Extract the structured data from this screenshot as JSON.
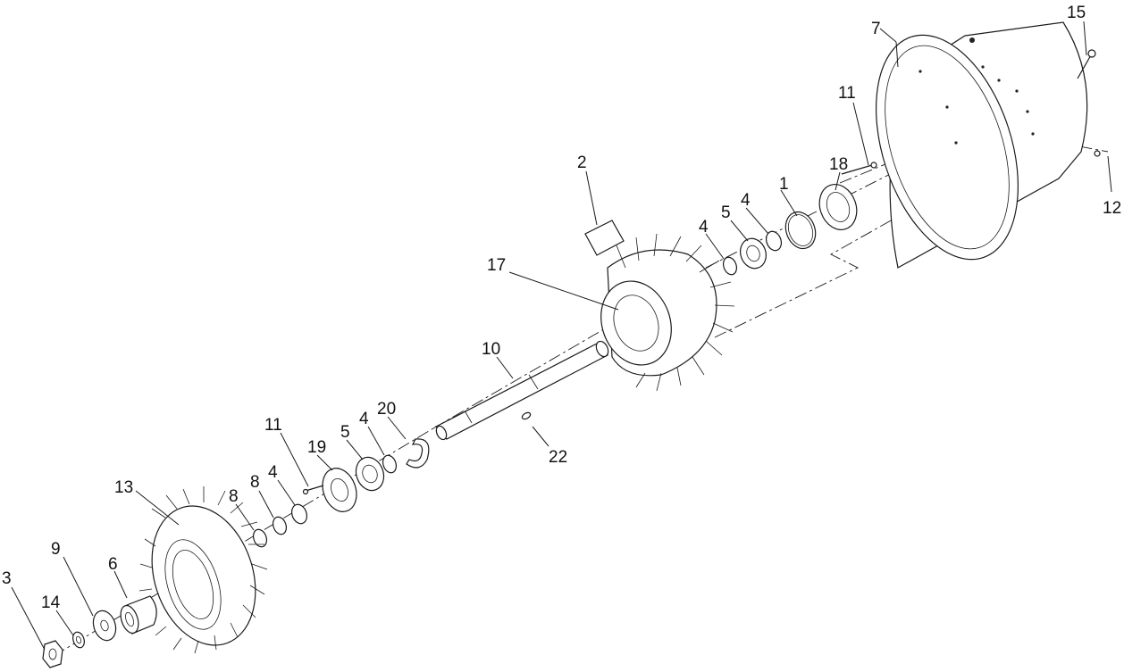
{
  "callouts": [
    {
      "id": "c1",
      "text": "1"
    },
    {
      "id": "c2",
      "text": "2"
    },
    {
      "id": "c3",
      "text": "3"
    },
    {
      "id": "c4a",
      "text": "4"
    },
    {
      "id": "c4b",
      "text": "4"
    },
    {
      "id": "c4c",
      "text": "4"
    },
    {
      "id": "c4d",
      "text": "4"
    },
    {
      "id": "c5a",
      "text": "5"
    },
    {
      "id": "c5b",
      "text": "5"
    },
    {
      "id": "c6",
      "text": "6"
    },
    {
      "id": "c7",
      "text": "7"
    },
    {
      "id": "c8a",
      "text": "8"
    },
    {
      "id": "c8b",
      "text": "8"
    },
    {
      "id": "c9",
      "text": "9"
    },
    {
      "id": "c10",
      "text": "10"
    },
    {
      "id": "c11a",
      "text": "11"
    },
    {
      "id": "c11b",
      "text": "11"
    },
    {
      "id": "c12",
      "text": "12"
    },
    {
      "id": "c13",
      "text": "13"
    },
    {
      "id": "c14",
      "text": "14"
    },
    {
      "id": "c15",
      "text": "15"
    },
    {
      "id": "c17",
      "text": "17"
    },
    {
      "id": "c18",
      "text": "18"
    },
    {
      "id": "c19",
      "text": "19"
    },
    {
      "id": "c20",
      "text": "20"
    },
    {
      "id": "c22",
      "text": "22"
    }
  ]
}
